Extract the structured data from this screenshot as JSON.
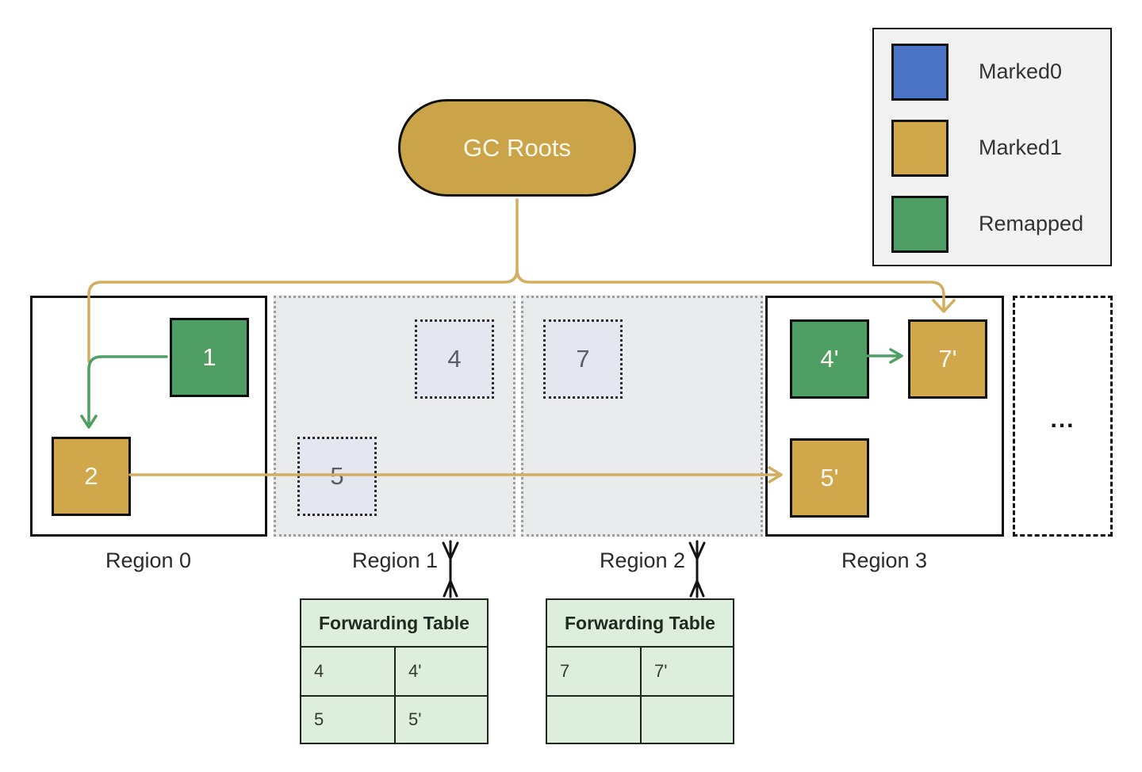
{
  "root": {
    "label": "GC Roots"
  },
  "legend": {
    "items": [
      {
        "label": "Marked0",
        "color": "#4b73c6"
      },
      {
        "label": "Marked1",
        "color": "#d1a74c"
      },
      {
        "label": "Remapped",
        "color": "#4f9e63"
      }
    ]
  },
  "regions": [
    {
      "label": "Region 0"
    },
    {
      "label": "Region 1"
    },
    {
      "label": "Region 2"
    },
    {
      "label": "Region 3"
    }
  ],
  "objects": {
    "obj1": "1",
    "obj2": "2",
    "obj4": "4",
    "obj5": "5",
    "obj7": "7",
    "obj4p": "4'",
    "obj7p": "7'",
    "obj5p": "5'"
  },
  "more_regions_label": "...",
  "tables": [
    {
      "title": "Forwarding Table",
      "rows": [
        [
          "4",
          "4'"
        ],
        [
          "5",
          "5'"
        ]
      ]
    },
    {
      "title": "Forwarding Table",
      "rows": [
        [
          "7",
          "7'"
        ],
        [
          "",
          ""
        ]
      ]
    }
  ],
  "colors": {
    "marked0": "#4b73c6",
    "marked1": "#d1a74c",
    "remapped": "#4f9e63",
    "gc_roots_fill": "#cba44a",
    "arrow_gold": "#d3ae60",
    "arrow_green": "#4f9e63",
    "evac_region_bg": "#e9ebec",
    "evac_object_bg": "#e4e7f0",
    "table_bg": "#ddefdc",
    "legend_bg": "#f2f2f3"
  }
}
